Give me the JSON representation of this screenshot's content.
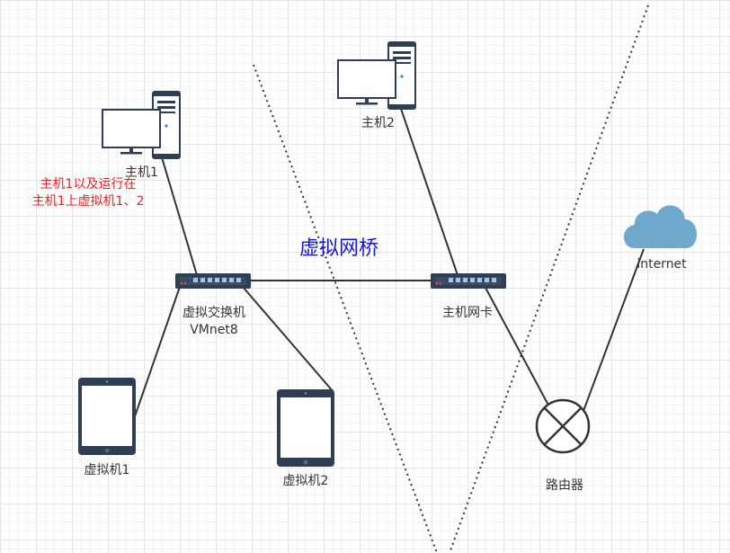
{
  "colors": {
    "line": "#333333",
    "device": "#2f3e52",
    "switch_port": "#a9c5e3",
    "cloud": "#6fa8cd",
    "annotation_red": "#ee2222",
    "annotation_blue": "#1515e0"
  },
  "nodes": {
    "host1": {
      "label": "主机1",
      "icon": "desktop-computer-icon"
    },
    "host2": {
      "label": "主机2",
      "icon": "desktop-computer-icon"
    },
    "vswitch": {
      "label_line1": "虚拟交换机",
      "label_line2": "VMnet8",
      "icon": "network-switch-icon"
    },
    "host_nic": {
      "label": "主机网卡",
      "icon": "network-switch-icon"
    },
    "vm1": {
      "label": "虚拟机1",
      "icon": "tablet-icon"
    },
    "vm2": {
      "label": "虚拟机2",
      "icon": "tablet-icon"
    },
    "router": {
      "label": "路由器",
      "icon": "router-icon"
    },
    "internet": {
      "label": "internet",
      "icon": "cloud-icon"
    }
  },
  "annotations": {
    "host1_note_line1": "主机1以及运行在",
    "host1_note_line2": "主机1上虚拟机1、2",
    "bridge_label": "虚拟网桥"
  }
}
